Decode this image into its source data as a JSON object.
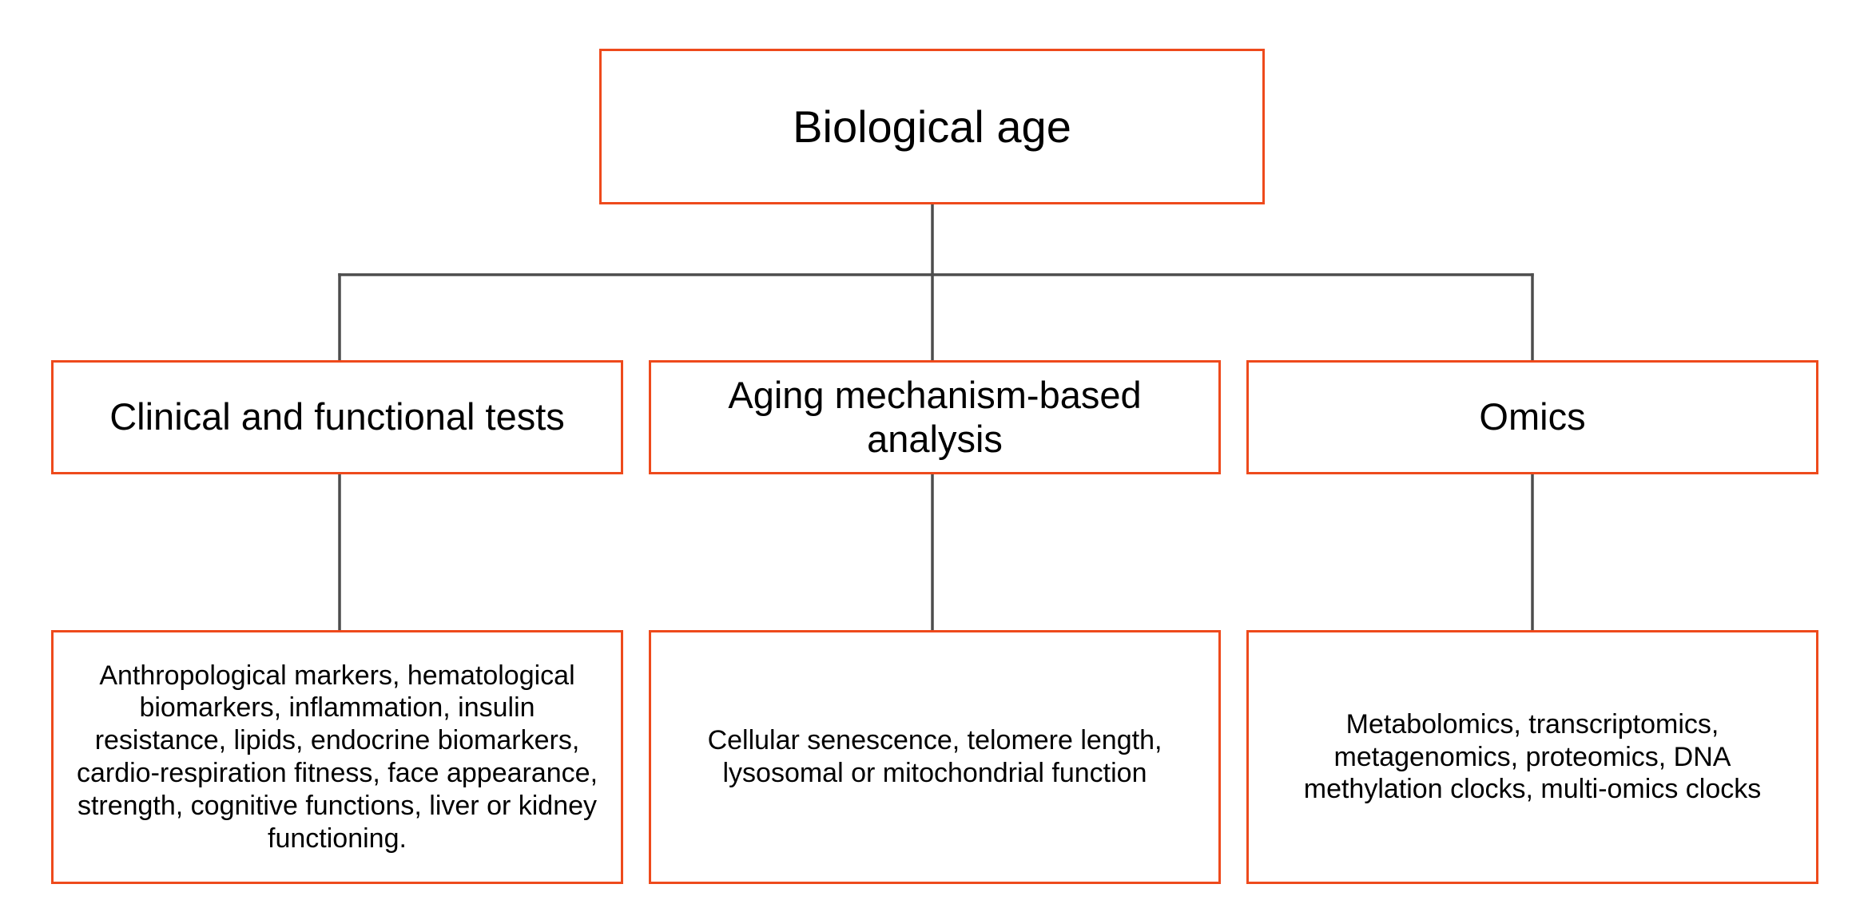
{
  "root": {
    "label": "Biological age"
  },
  "categories": [
    {
      "label": "Clinical and functional tests",
      "detail": "Anthropological markers, hematological biomarkers, inflammation, insulin resistance, lipids, endocrine biomarkers, cardio-respiration fitness, face appearance, strength, cognitive functions, liver or kidney functioning."
    },
    {
      "label": "Aging mechanism-based analysis",
      "detail": "Cellular senescence, telomere length, lysosomal or mitochondrial function"
    },
    {
      "label": "Omics",
      "detail": "Metabolomics, transcriptomics, metagenomics, proteomics, DNA methylation clocks, multi-omics clocks"
    }
  ],
  "colors": {
    "box_border": "#ee4a1c",
    "connector": "#4d4d4d"
  }
}
